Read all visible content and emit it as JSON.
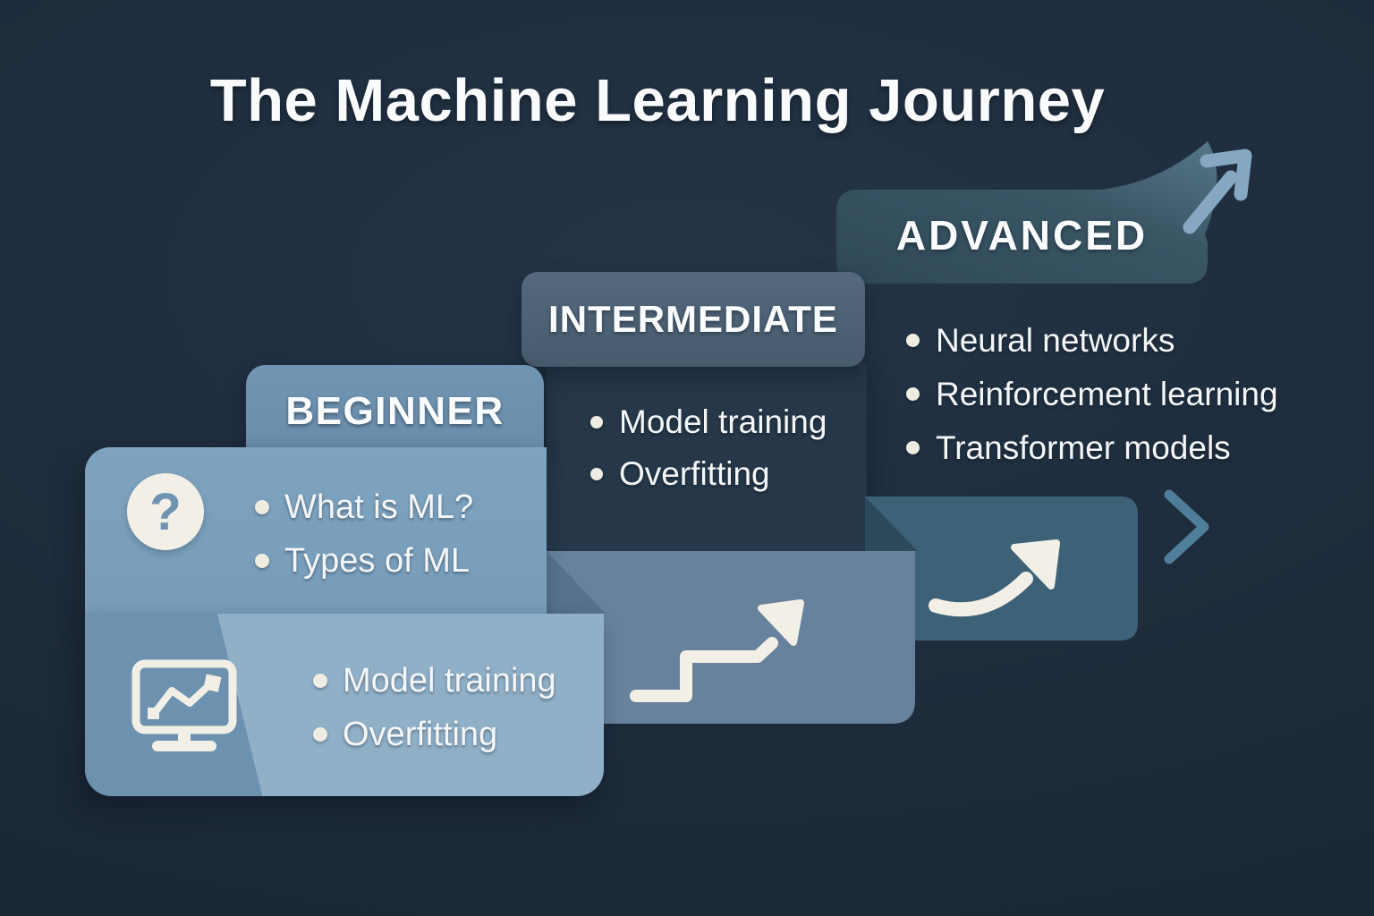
{
  "title": "The Machine Learning Journey",
  "levels": {
    "beginner": {
      "label": "BEGINNER",
      "topics": [
        "What is ML?",
        "Types of ML"
      ],
      "practice_topics": [
        "Model training",
        "Overfitting"
      ]
    },
    "intermediate": {
      "label": "INTERMEDIATE",
      "topics": [
        "Model training",
        "Overfitting"
      ]
    },
    "advanced": {
      "label": "ADVANCED",
      "topics": [
        "Neural networks",
        "Reinforcement learning",
        "Transformer models"
      ]
    }
  },
  "glyphs": {
    "question": "?"
  },
  "colors": {
    "background": "#1d2b3b",
    "beginner_header": "#6d92af",
    "beginner_panel": "#7ca1bd",
    "beginner_bottom_light": "#90b0c8",
    "beginner_bottom_dark": "#6d92af",
    "intermediate_header": "#4d6276",
    "intermediate_panel": "#253748",
    "advanced_box": "#33505f",
    "step_panel": "#66829d",
    "curve_panel": "#3d6177",
    "chevron": "#4f7e9b",
    "arrow_light": "#86a7c1",
    "icon_cream": "#f2efe6",
    "text": "#f4f6f8"
  }
}
